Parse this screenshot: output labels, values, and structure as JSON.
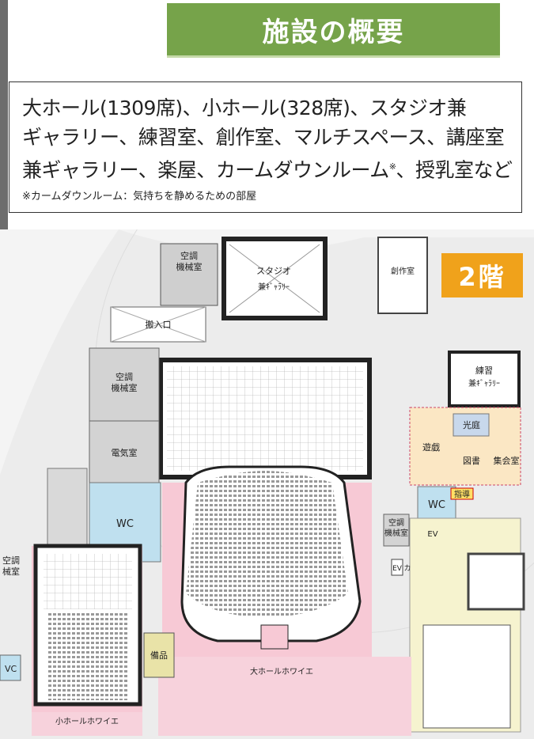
{
  "header": {
    "title": "施設の概要"
  },
  "info": {
    "line1": "大ホール(1309席)、小ホール(328席)、スタジオ兼",
    "line2": "ギャラリー、練習室、創作室、マルチスペース、講座室",
    "line3a": "兼ギャラリー、楽屋、カームダウンルーム",
    "line3_mark": "※",
    "line3b": "、授乳室など",
    "note": "※カームダウンルーム：気持ちを静めるための部屋"
  },
  "floor_badge": "2階",
  "map": {
    "labels": {
      "ac_top": "空調",
      "ac_top2": "機械室",
      "studio1": "スタジオ",
      "studio2": "兼ｷﾞｬﾗﾘｰ",
      "sousaku": "創作室",
      "hannyu": "搬入口",
      "ac_left": "空調",
      "ac_left2": "機械室",
      "denki": "電気室",
      "renshu1": "練習",
      "renshu2": "兼ｷﾞｬﾗﾘｰ",
      "yugi": "遊戯",
      "koutei": "光庭",
      "tosho": "図書",
      "shukai": "集会室",
      "wc_right": "WC",
      "shidou": "指導",
      "ev": "EV",
      "wc_left": "WC",
      "ac_mid": "空調",
      "ac_mid2": "機械室",
      "ev2": "EV",
      "ka": "カ",
      "ac_far": "空調",
      "ac_far2": "械室",
      "bihin": "備品",
      "big_foyer": "大ホールホワイエ",
      "small_foyer": "小ホールホワイエ",
      "wc_small": "VC"
    }
  }
}
